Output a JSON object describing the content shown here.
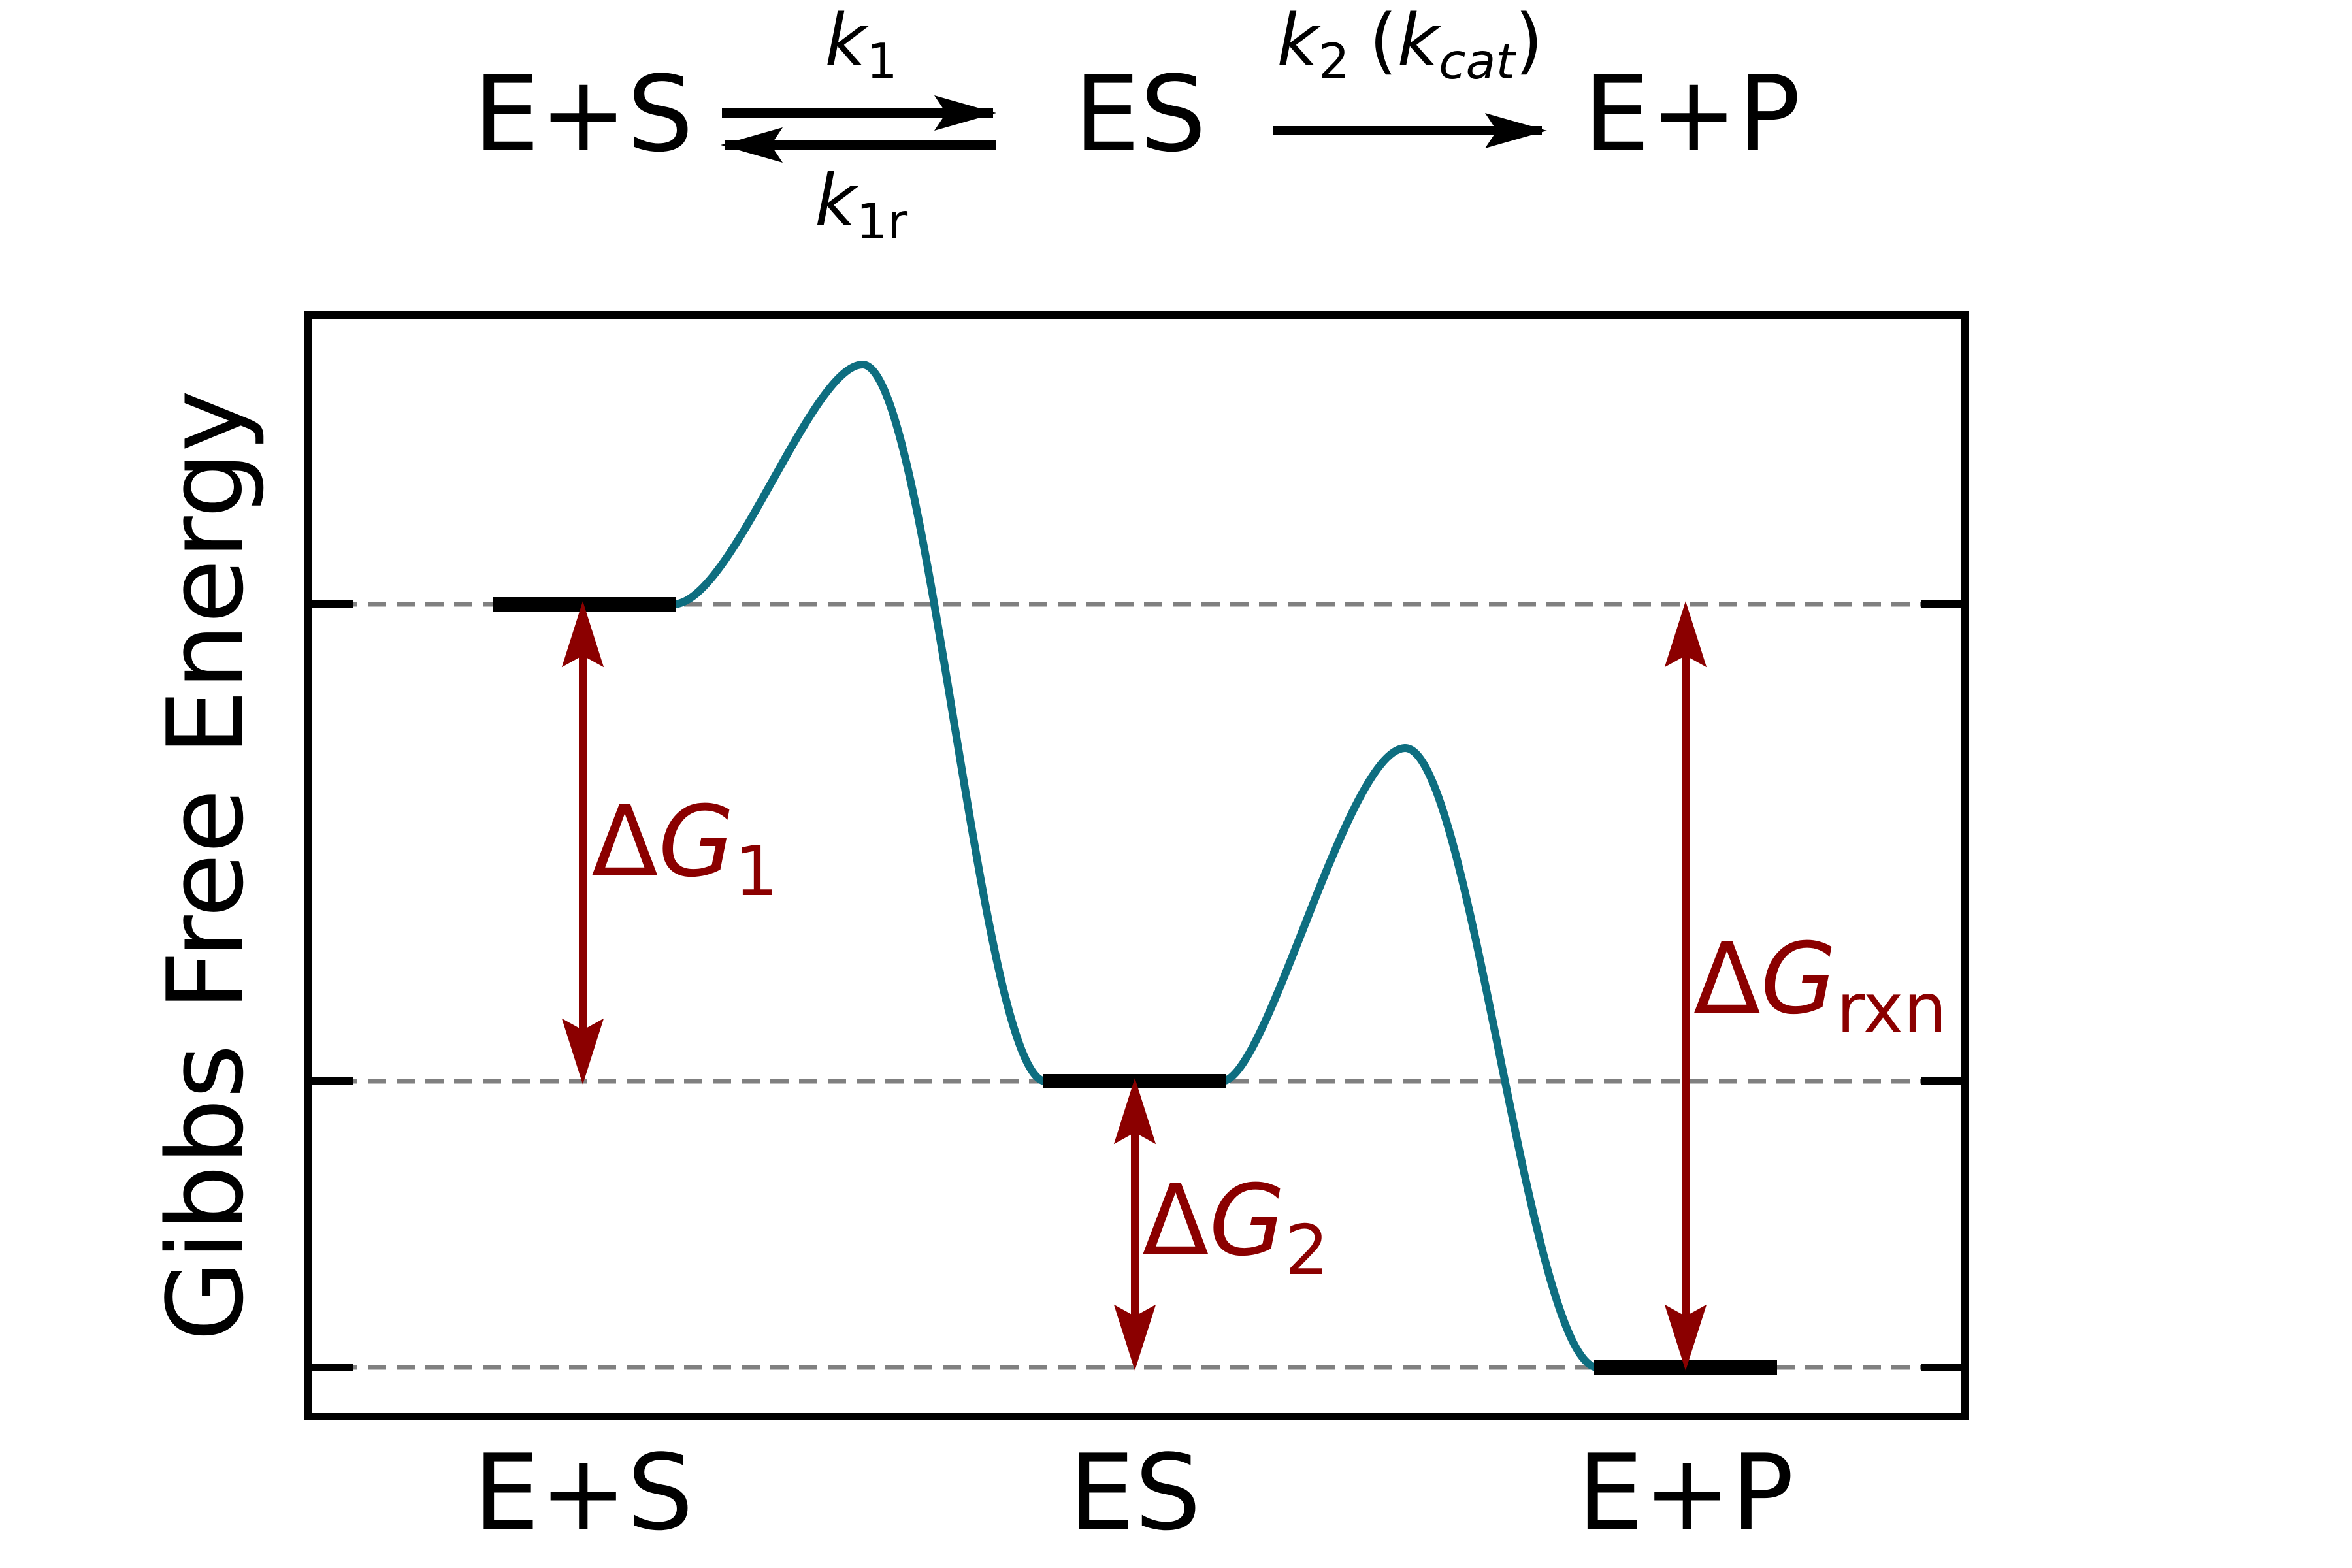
{
  "colors": {
    "black": "#000000",
    "curve": "#0e6e80",
    "annotation": "#8b0000",
    "guide": "#808080"
  },
  "scheme": {
    "species": [
      "E+S",
      "ES",
      "E+P"
    ],
    "k1": {
      "symbol": "k",
      "sub": "1"
    },
    "k1r": {
      "symbol": "k",
      "sub": "1r"
    },
    "k2": {
      "symbol": "k",
      "sub": "2",
      "paren_open": "(",
      "kcat_symbol": "k",
      "kcat_sub": "cat",
      "paren_close": ")"
    }
  },
  "axis": {
    "ylabel": "Gibbs Free Energy",
    "xticks": [
      "E+S",
      "ES",
      "E+P"
    ]
  },
  "annotations": {
    "dg1": {
      "delta": "Δ",
      "G": "G",
      "sub": "1"
    },
    "dg2": {
      "delta": "Δ",
      "G": "G",
      "sub": "2"
    },
    "dgrxn": {
      "delta": "Δ",
      "G": "G",
      "sub": "rxn"
    }
  }
}
